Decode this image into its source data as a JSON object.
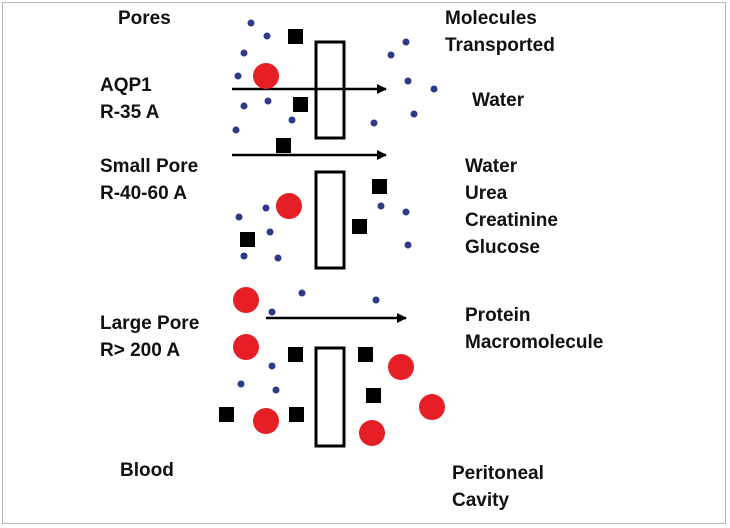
{
  "headers": {
    "left": "Pores",
    "right": "Molecules\nTransported"
  },
  "pores": [
    {
      "name": "AQP1\nR-35 A",
      "molecules": "Water"
    },
    {
      "name": "Small Pore\nR-40-60 A",
      "molecules": "Water\nUrea\nCreatinine\nGlucose"
    },
    {
      "name": "Large Pore\nR> 200 A",
      "molecules": "Protein\nMacromolecule"
    }
  ],
  "footers": {
    "left": "Blood",
    "right": "Peritoneal\nCavity"
  },
  "colors": {
    "small_dot": "#2e3a87",
    "large_circle": "#e61e25",
    "square": "#000000",
    "arrow": "#000000",
    "membrane_outline": "#000000"
  },
  "legend_shapes": [
    "small-solute-dot",
    "large-protein-circle",
    "medium-solute-square"
  ]
}
